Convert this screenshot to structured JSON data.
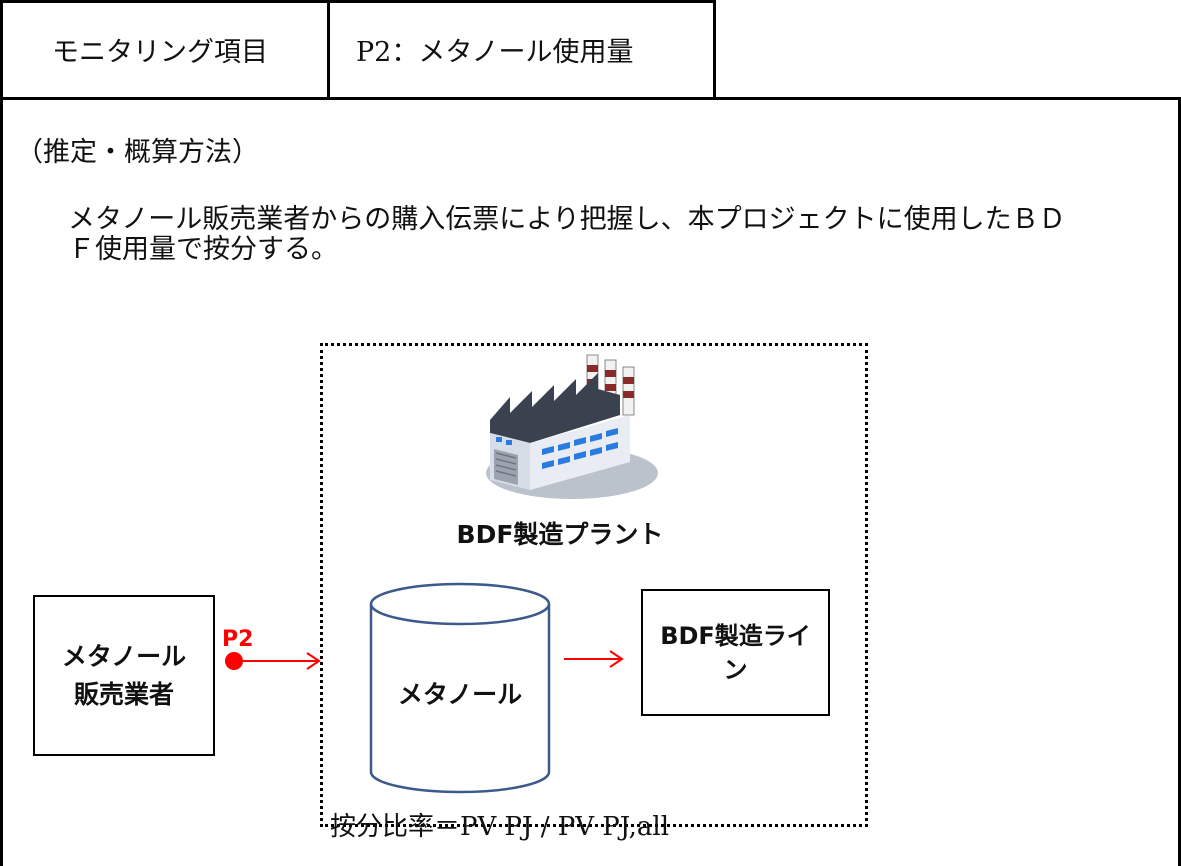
{
  "header": {
    "item_label": "モニタリング項目",
    "item_value": "P2：メタノール使用量"
  },
  "method": {
    "heading": "（推定・概算方法）",
    "body_line1": "メタノール販売業者からの購入伝票により把握し、本プロジェクトに使用したＢＤ",
    "body_line2": "Ｆ使用量で按分する。"
  },
  "diagram": {
    "plant_label": "BDF製造プラント",
    "vendor_label_line1": "メタノール",
    "vendor_label_line2": "販売業者",
    "p2_label": "P2",
    "tank_label": "メタノール",
    "line_label_line1": "BDF製造ライ",
    "line_label_line2": "ン",
    "ratio_text": "按分比率＝PV PJ / PV PJ,all",
    "factory_icon": "factory-icon",
    "colors": {
      "p2": "#ff0000",
      "arrow": "#ff0000",
      "tank_border": "#3c5a8c",
      "building_wall": "#e9edf3",
      "building_roof": "#3a4250",
      "window_blue": "#2a7be0",
      "ground": "#bcc2cb"
    }
  }
}
